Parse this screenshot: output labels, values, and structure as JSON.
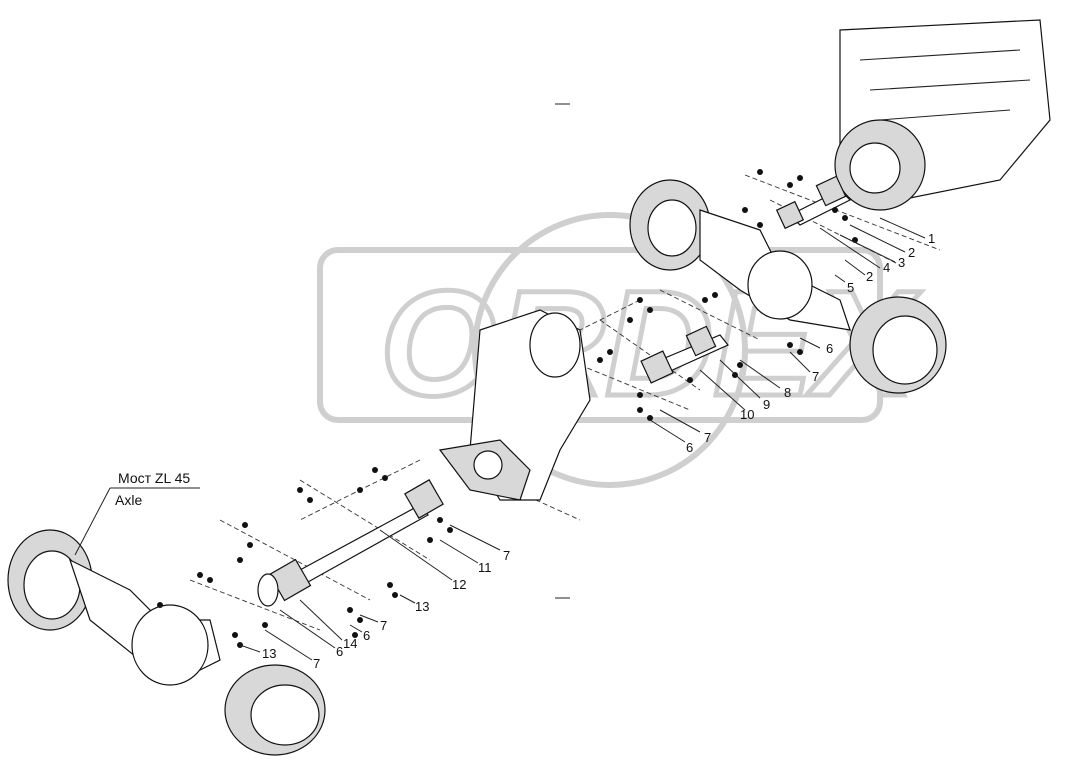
{
  "watermark": {
    "text": "ORDEX"
  },
  "axle_label": {
    "line1": "Мост ZL 45",
    "line2": "Axle"
  },
  "callouts": [
    {
      "id": "c1",
      "text": "1"
    },
    {
      "id": "c2a",
      "text": "2"
    },
    {
      "id": "c3",
      "text": "3"
    },
    {
      "id": "c4",
      "text": "4"
    },
    {
      "id": "c2b",
      "text": "2"
    },
    {
      "id": "c5",
      "text": "5"
    },
    {
      "id": "c6a",
      "text": "6"
    },
    {
      "id": "c7a",
      "text": "7"
    },
    {
      "id": "c8",
      "text": "8"
    },
    {
      "id": "c9",
      "text": "9"
    },
    {
      "id": "c10",
      "text": "10"
    },
    {
      "id": "c7b",
      "text": "7"
    },
    {
      "id": "c6b",
      "text": "6"
    },
    {
      "id": "c7c",
      "text": "7"
    },
    {
      "id": "c11",
      "text": "11"
    },
    {
      "id": "c12",
      "text": "12"
    },
    {
      "id": "c13a",
      "text": "13"
    },
    {
      "id": "c7d",
      "text": "7"
    },
    {
      "id": "c6c",
      "text": "6"
    },
    {
      "id": "c14",
      "text": "14"
    },
    {
      "id": "c6d",
      "text": "6"
    },
    {
      "id": "c7e",
      "text": "7"
    },
    {
      "id": "c13b",
      "text": "13"
    }
  ]
}
